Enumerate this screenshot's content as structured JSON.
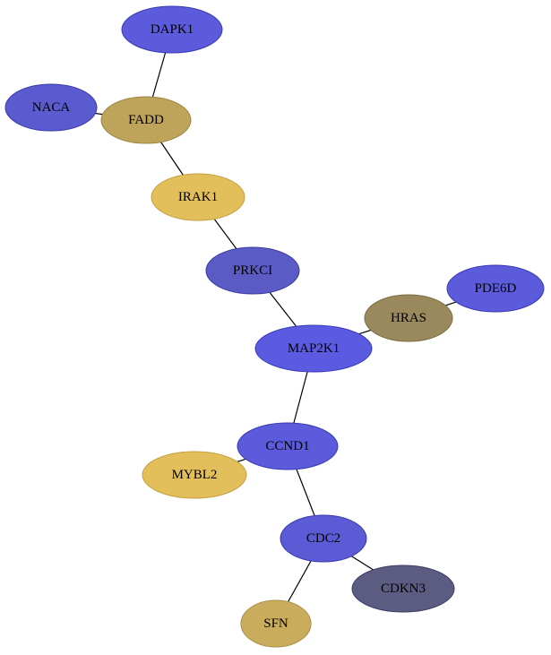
{
  "nodes": [
    {
      "id": "DAPK1",
      "label": "DAPK1",
      "fill": "#5b5bdc",
      "stroke": "#3a3ab0"
    },
    {
      "id": "NACA",
      "label": "NACA",
      "fill": "#5b5bd0",
      "stroke": "#3a3aa8"
    },
    {
      "id": "FADD",
      "label": "FADD",
      "fill": "#bea35a",
      "stroke": "#9c8542"
    },
    {
      "id": "IRAK1",
      "label": "IRAK1",
      "fill": "#e2bf5b",
      "stroke": "#c4a140"
    },
    {
      "id": "PRKCI",
      "label": "PRKCI",
      "fill": "#5b5bc6",
      "stroke": "#3a3aa0"
    },
    {
      "id": "PDE6D",
      "label": "PDE6D",
      "fill": "#5b5bdc",
      "stroke": "#3a3ab0"
    },
    {
      "id": "HRAS",
      "label": "HRAS",
      "fill": "#9a895c",
      "stroke": "#7a6b40"
    },
    {
      "id": "MAP2K1",
      "label": "MAP2K1",
      "fill": "#5b5be2",
      "stroke": "#3a3ab8"
    },
    {
      "id": "CCND1",
      "label": "CCND1",
      "fill": "#5b5bdc",
      "stroke": "#3a3ab0"
    },
    {
      "id": "MYBL2",
      "label": "MYBL2",
      "fill": "#e2bf5b",
      "stroke": "#c4a140"
    },
    {
      "id": "CDC2",
      "label": "CDC2",
      "fill": "#5b5bd6",
      "stroke": "#3a3aac"
    },
    {
      "id": "CDKN3",
      "label": "CDKN3",
      "fill": "#5c5c82",
      "stroke": "#3d3d64"
    },
    {
      "id": "SFN",
      "label": "SFN",
      "fill": "#c9ad5c",
      "stroke": "#a88f42"
    }
  ],
  "edges": [
    {
      "from": "DAPK1",
      "to": "FADD"
    },
    {
      "from": "NACA",
      "to": "FADD"
    },
    {
      "from": "FADD",
      "to": "IRAK1"
    },
    {
      "from": "IRAK1",
      "to": "PRKCI"
    },
    {
      "from": "PRKCI",
      "to": "MAP2K1"
    },
    {
      "from": "HRAS",
      "to": "PDE6D"
    },
    {
      "from": "MAP2K1",
      "to": "HRAS"
    },
    {
      "from": "MAP2K1",
      "to": "CCND1"
    },
    {
      "from": "CCND1",
      "to": "MYBL2"
    },
    {
      "from": "CCND1",
      "to": "CDC2"
    },
    {
      "from": "CDC2",
      "to": "CDKN3"
    },
    {
      "from": "CDC2",
      "to": "SFN"
    }
  ]
}
